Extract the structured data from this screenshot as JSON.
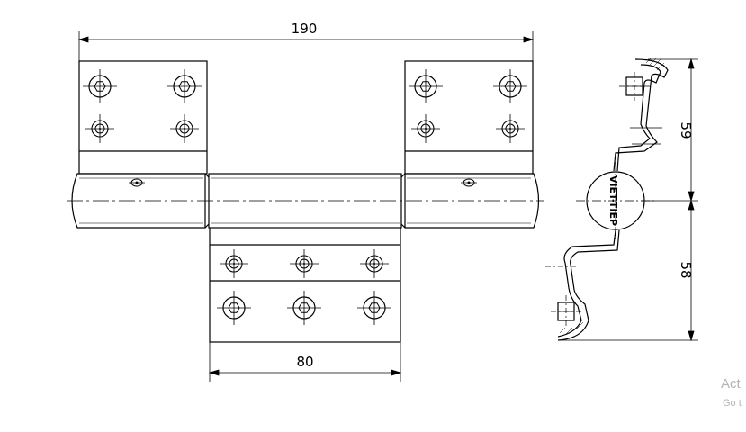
{
  "drawing": {
    "dimensions": {
      "overall_width": "190",
      "center_leaf_width": "80",
      "upper_height": "59",
      "lower_height": "58"
    },
    "logo_text": "VIET-TIEP"
  },
  "watermark": {
    "line1": "Act",
    "line2": "Go t"
  }
}
